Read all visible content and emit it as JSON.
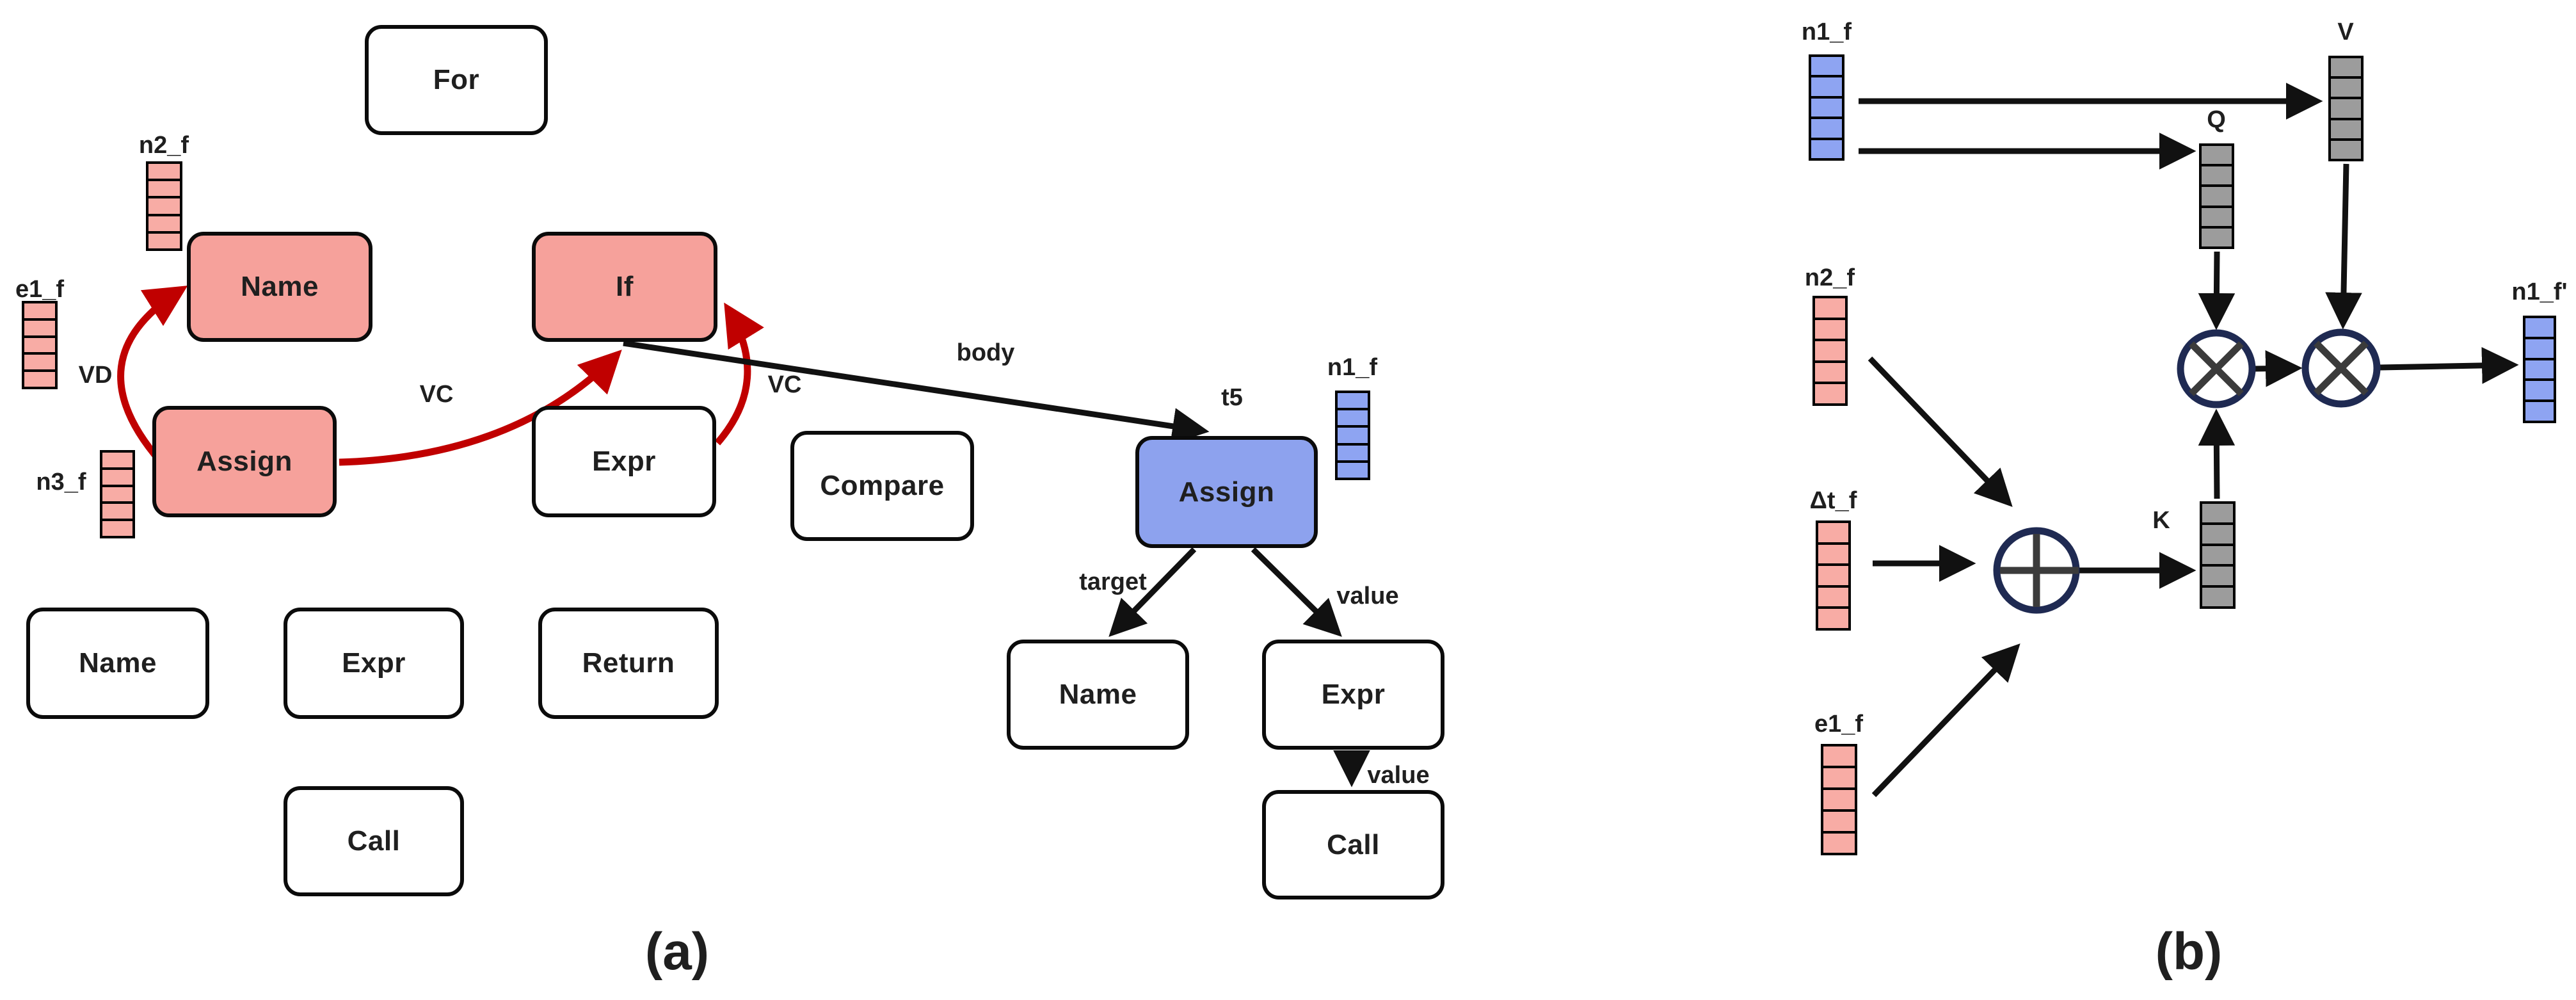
{
  "figure": {
    "panels": [
      {
        "caption": "(a)"
      },
      {
        "caption": "(b)"
      }
    ]
  },
  "colors": {
    "node_pink": "#F6A19B",
    "node_blue": "#8DA2EE",
    "node_white": "#FFFFFF",
    "cell_pink": "#F8ACA5",
    "cell_blue": "#8EA4F2",
    "cell_gray": "#9C9C9C",
    "edge_black": "#111111",
    "edge_red": "#C00000",
    "operator_ring": "#1F2A52",
    "operator_cross": "#3B3B3B"
  },
  "panel_a": {
    "caption": "(a)",
    "nodes": [
      {
        "label": "For",
        "style": "white"
      },
      {
        "label": "Name",
        "style": "pink"
      },
      {
        "label": "If",
        "style": "pink"
      },
      {
        "label": "Assign",
        "style": "pink"
      },
      {
        "label": "Expr",
        "style": "white"
      },
      {
        "label": "Compare",
        "style": "white"
      },
      {
        "label": "Assign",
        "style": "blue"
      },
      {
        "label": "Name",
        "style": "white"
      },
      {
        "label": "Expr",
        "style": "white"
      },
      {
        "label": "Call",
        "style": "white"
      },
      {
        "label": "Name",
        "style": "white"
      },
      {
        "label": "Expr",
        "style": "white"
      },
      {
        "label": "Return",
        "style": "white"
      },
      {
        "label": "Call",
        "style": "white"
      }
    ],
    "vectors": [
      {
        "label": "n2_f",
        "cells": 5,
        "color": "pink"
      },
      {
        "label": "e1_f",
        "cells": 5,
        "color": "pink"
      },
      {
        "label": "n3_f",
        "cells": 5,
        "color": "pink"
      },
      {
        "label": "n1_f",
        "cells": 5,
        "color": "blue"
      }
    ],
    "edge_labels": {
      "vd": "VD",
      "vc_left": "VC",
      "vc_right": "VC",
      "body": "body",
      "t5": "t5",
      "target": "target",
      "value": "value",
      "value_expr_call": "value"
    }
  },
  "panel_b": {
    "caption": "(b)",
    "vectors": [
      {
        "label": "n1_f",
        "cells": 5,
        "color": "blue"
      },
      {
        "label": "n2_f",
        "cells": 5,
        "color": "pink"
      },
      {
        "label": "Δt_f",
        "cells": 5,
        "color": "pink"
      },
      {
        "label": "e1_f",
        "cells": 5,
        "color": "pink"
      },
      {
        "label": "V",
        "cells": 5,
        "color": "gray"
      },
      {
        "label": "Q",
        "cells": 5,
        "color": "gray"
      },
      {
        "label": "K",
        "cells": 5,
        "color": "gray"
      },
      {
        "label": "n1_f'",
        "cells": 5,
        "color": "blue"
      }
    ],
    "operators": [
      {
        "name": "add-operator",
        "symbol": "⊕"
      },
      {
        "name": "multiply-operator",
        "symbol": "⊗"
      },
      {
        "name": "multiply-operator",
        "symbol": "⊗"
      }
    ]
  }
}
